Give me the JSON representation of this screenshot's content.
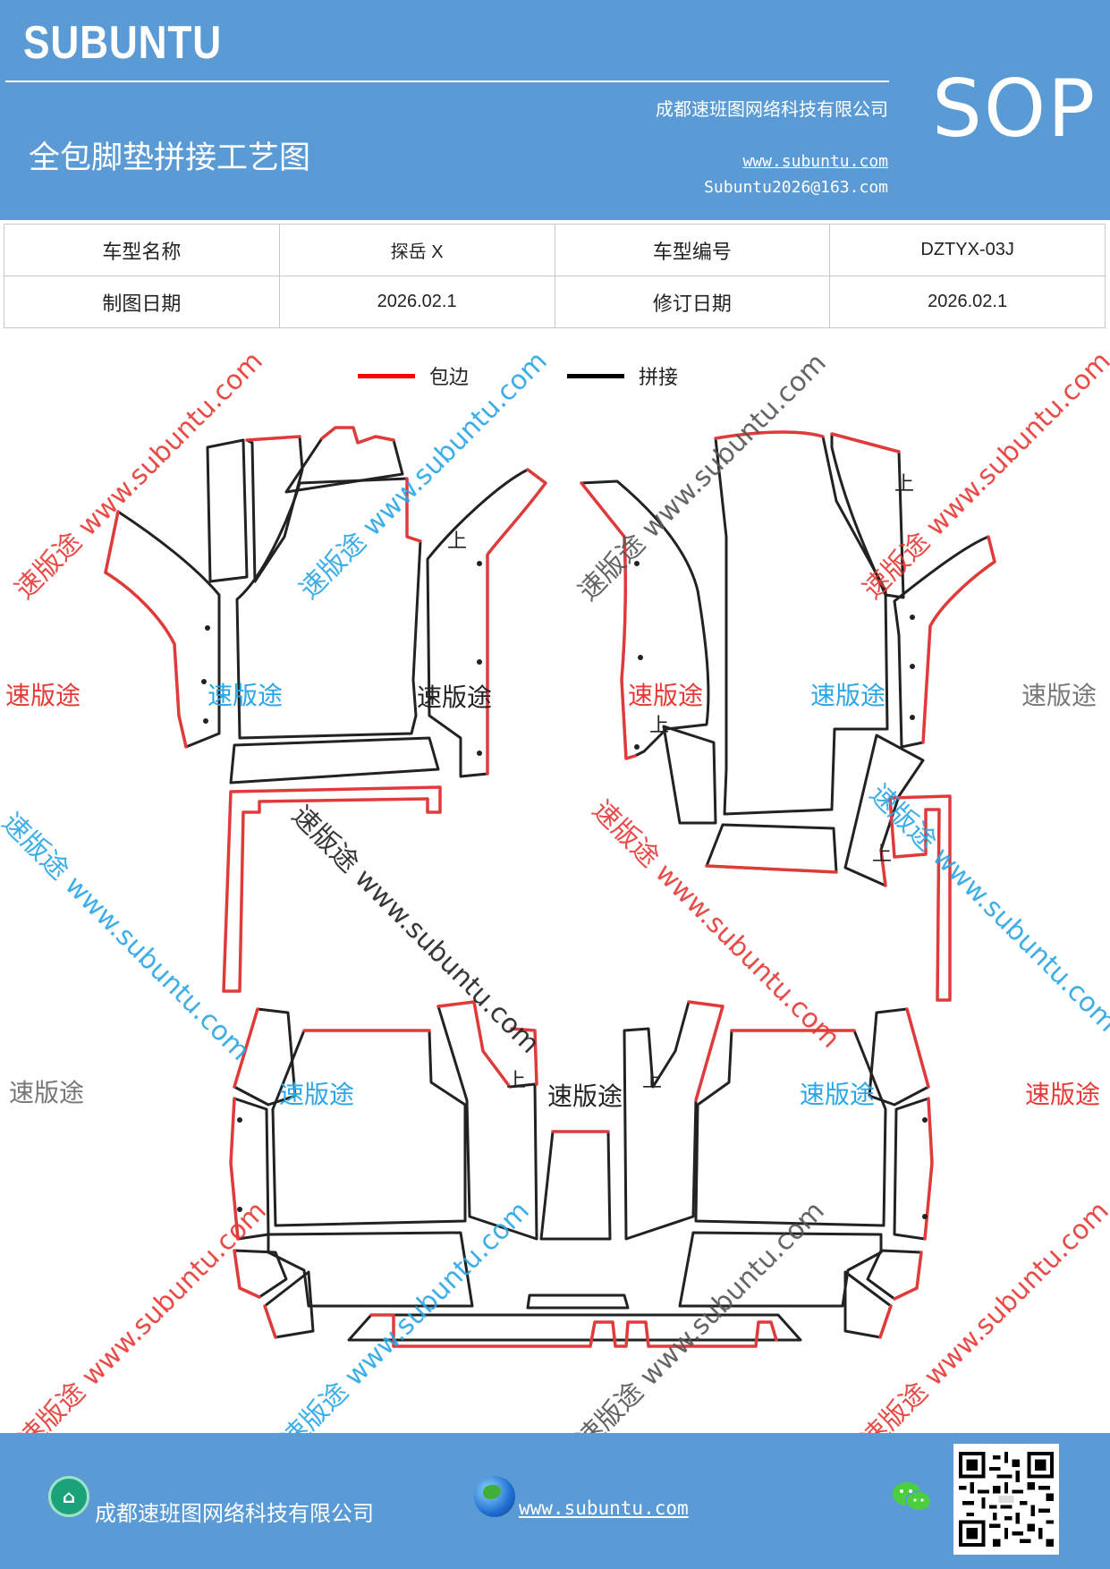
{
  "header": {
    "brand": "SUBUNTU",
    "badge": "SOP",
    "company": "成都速班图网络科技有限公司",
    "title": "全包脚垫拼接工艺图",
    "website": "www.subuntu.com",
    "email": "Subuntu2026@163.com"
  },
  "info": {
    "model_name_label": "车型名称",
    "model_name_value": "探岳 X",
    "model_code_label": "车型编号",
    "model_code_value": "DZTYX-03J",
    "draw_date_label": "制图日期",
    "draw_date_value": "2026.02.1",
    "revise_date_label": "修订日期",
    "revise_date_value": "2026.02.1"
  },
  "legend": {
    "edge_label": "包边",
    "edge_color": "#ff0000",
    "join_label": "拼接",
    "join_color": "#000000"
  },
  "diagram": {
    "up_mark": "上",
    "watermark_brand": "速版途",
    "watermark_site": "www.subuntu.com",
    "colors": {
      "red": "#e03b3b",
      "blue": "#2aa6e6",
      "gray": "#777777",
      "dark": "#222222"
    }
  },
  "footer": {
    "company": "成都速班图网络科技有限公司",
    "website": "www.subuntu.com ",
    "company_icon": "building-icon",
    "website_icon": "globe-icon",
    "wechat_icon": "wechat-icon",
    "qr_icon": "qr-code"
  }
}
